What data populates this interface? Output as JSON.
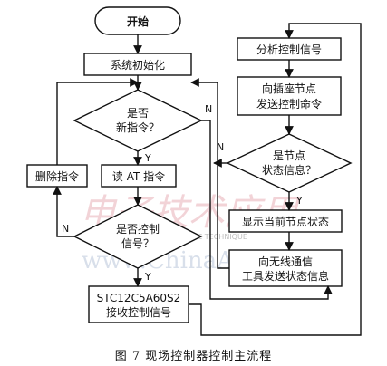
{
  "nodes": {
    "start": "开始",
    "init": "系统初始化",
    "new_cmd_1": "是否",
    "new_cmd_2": "新指令？",
    "read_at": "读 AT 指令",
    "delete_cmd": "删除指令",
    "is_ctrl_1": "是否控制",
    "is_ctrl_2": "信号？",
    "recv_1": "STC12C5A60S2",
    "recv_2": "接收控制信号",
    "analyze": "分析控制信号",
    "send_1": "向插座节点",
    "send_2": "发送控制命令",
    "status_1": "是节点",
    "status_2": "状态信息？",
    "display": "显示当前节点状态",
    "wireless_1": "向无线通信",
    "wireless_2": "工具发送状态信息"
  },
  "edge_labels": {
    "n1": "N",
    "y1": "Y",
    "n2": "N",
    "y2": "Y",
    "n3": "N",
    "y3": "Y"
  },
  "watermark": {
    "cn": "电子技术应用",
    "url": "www.ChinaAET.com",
    "small": "PPLICATION OF ELECTRONIC TECHNIQUE"
  },
  "caption": "图 7   现场控制器控制主流程"
}
